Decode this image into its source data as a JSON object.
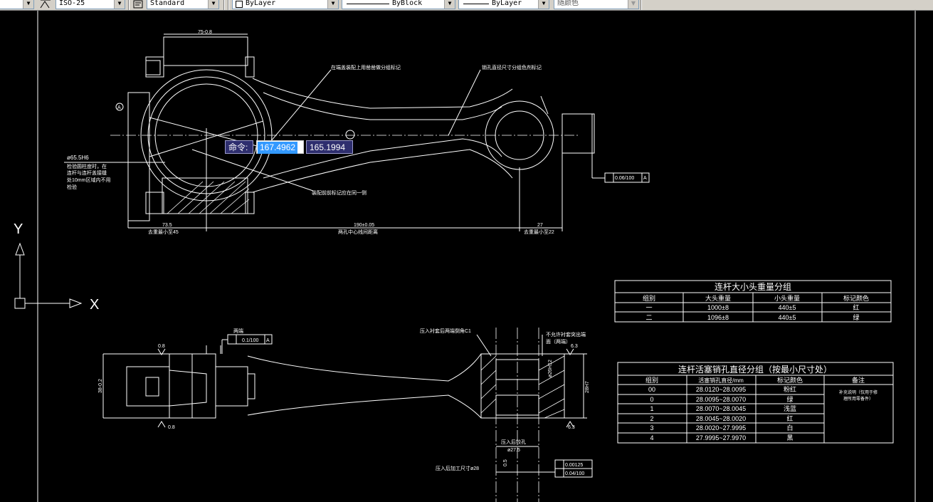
{
  "toolbar": {
    "dim_style": "ISO-25",
    "text_style": "Standard",
    "layer": "ByLayer",
    "linetype": "ByBlock",
    "lineweight": "ByLayer",
    "color": "随颜色"
  },
  "dynamic_input": {
    "prompt": "命令:",
    "x_value": "167.4962",
    "y_value": "165.1994"
  },
  "ucs": {
    "y_label": "Y",
    "x_label": "X"
  },
  "drawing": {
    "top_view": {
      "dim_top": "75-0.8",
      "note_top": "在端盖装配上用凿凿做分组标记",
      "note_pin": "销孔直径尺寸分组色剂标记",
      "diameter_label": "ø65.5H6",
      "note_left": [
        "检验圆柱度时，在",
        "连杆与连杆盖接缝",
        "处10mm区域内不用",
        "检验"
      ],
      "note_assembly": "装配前前标记应在同一侧",
      "tolerance": "0.06/100",
      "tolerance_datum": "A",
      "dim_left": "73.5",
      "dim_left_sub": "去重最小至45",
      "dim_center": "190±0.05",
      "dim_center_sub": "两孔中心线间距离",
      "dim_right": "27",
      "dim_right_sub": "去重最小至22",
      "label_a": "A"
    },
    "side_view": {
      "label_both": "两端",
      "tolerance": "0.1/100",
      "tolerance_datum": "A",
      "rough_left_top": "0.8",
      "rough_left_bottom": "0.8",
      "note_press": "压入衬套后两端倒角C1",
      "note_bush": [
        "不允许衬套突出端",
        "面（两端）"
      ],
      "rough_right_top": "6.3",
      "rough_right_bottom": "6.3",
      "dim_vertical": "38-0.2",
      "dim_bore": "28H7",
      "dim_bush": "ø26H12",
      "label_press_pin": "压入后铰孔",
      "dim_pin": "ø27.5",
      "note_press_size": "压入后加工尺寸ø28",
      "tol_rough": "0.5",
      "tol_1": "0.00125",
      "tol_2": "0.04/100"
    }
  },
  "table1": {
    "title": "连杆大小头重量分组",
    "headers": [
      "组别",
      "大头重量",
      "小头重量",
      "标记颜色"
    ],
    "rows": [
      [
        "一",
        "1000±8",
        "440±5",
        "红"
      ],
      [
        "二",
        "1096±8",
        "440±5",
        "绿"
      ]
    ]
  },
  "table2": {
    "title": "连杆活塞销孔直径分组（按最小尺寸处）",
    "headers": [
      "组别",
      "活塞销孔直径/mm",
      "标记颜色",
      "备注"
    ],
    "rows": [
      [
        "00",
        "28.0120~28.0095",
        "粉红"
      ],
      [
        "0",
        "28.0095~28.0070",
        "绿"
      ],
      [
        "1",
        "28.0070~28.0045",
        "浅蓝"
      ],
      [
        "2",
        "28.0045~28.0020",
        "红"
      ],
      [
        "3",
        "28.0020~27.9995",
        "白"
      ],
      [
        "4",
        "27.9995~27.9970",
        "黑"
      ]
    ],
    "remark": [
      "补充说明（仅用于修",
      "理所用零备件）"
    ]
  }
}
